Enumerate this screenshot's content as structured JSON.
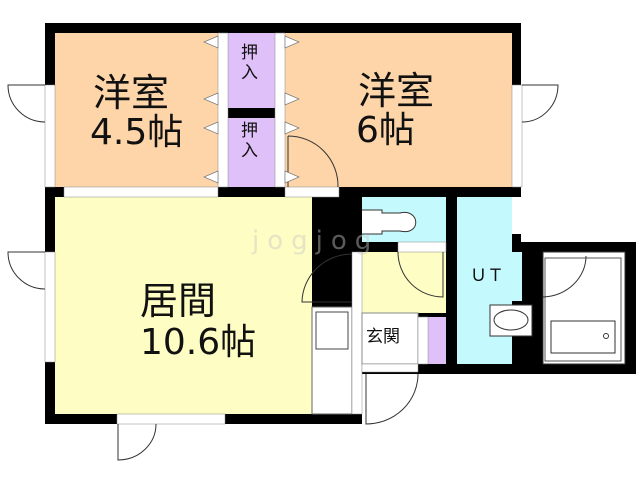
{
  "rooms": {
    "western_small": {
      "name": "洋室",
      "size": "4.5帖",
      "color": "#fdd5a8"
    },
    "western_large": {
      "name": "洋室",
      "size": "6帖",
      "color": "#fdd5a8"
    },
    "closet_upper": {
      "name": "押入",
      "color": "#e0c0f8"
    },
    "closet_lower": {
      "name": "押入",
      "color": "#e0c0f8"
    },
    "living": {
      "name": "居間",
      "size": "10.6帖",
      "color": "#fdfdc4"
    },
    "utility": {
      "name": "ＵＴ",
      "color": "#c4fafd"
    },
    "entrance": {
      "name": "玄関"
    }
  },
  "watermark": "jogjog",
  "wall_color": "#000000"
}
